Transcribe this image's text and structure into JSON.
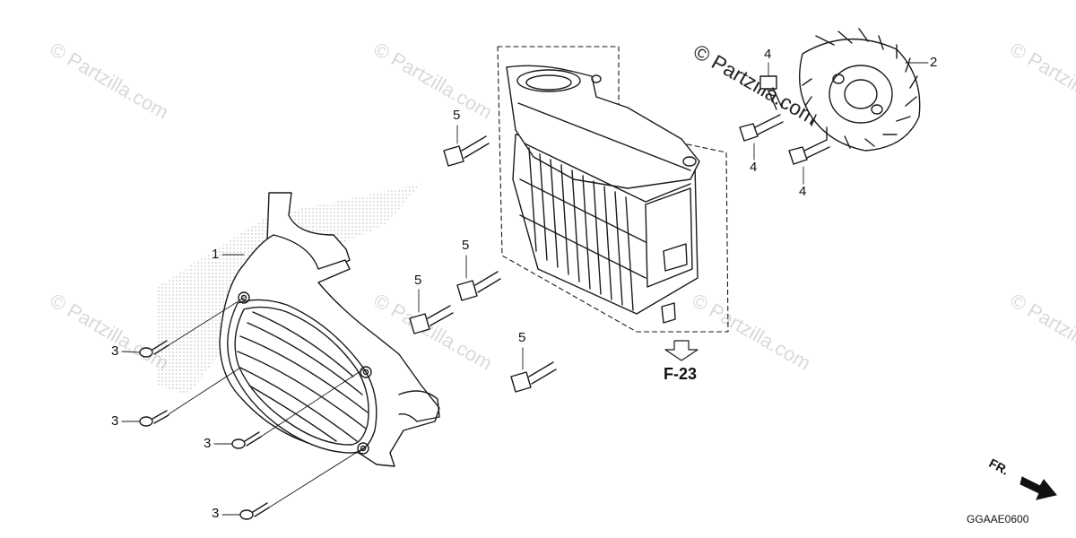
{
  "watermark": {
    "text": "© Partzilla.com"
  },
  "callouts": {
    "c1": "1",
    "c2": "2",
    "c3a": "3",
    "c3b": "3",
    "c3c": "3",
    "c3d": "3",
    "c4a": "4",
    "c4b": "4",
    "c4c": "4",
    "c5a": "5",
    "c5b": "5",
    "c5c": "5",
    "c5d": "5"
  },
  "reference": {
    "label": "F-23"
  },
  "direction": {
    "label": "FR."
  },
  "diagram_code": "GGAAE0600",
  "colors": {
    "line": "#1a1a1a",
    "watermark": "#d9d9d9",
    "background": "#ffffff"
  },
  "icons": {
    "front_arrow": "arrow-right-icon",
    "ref_arrow": "hollow-down-arrow-icon"
  }
}
